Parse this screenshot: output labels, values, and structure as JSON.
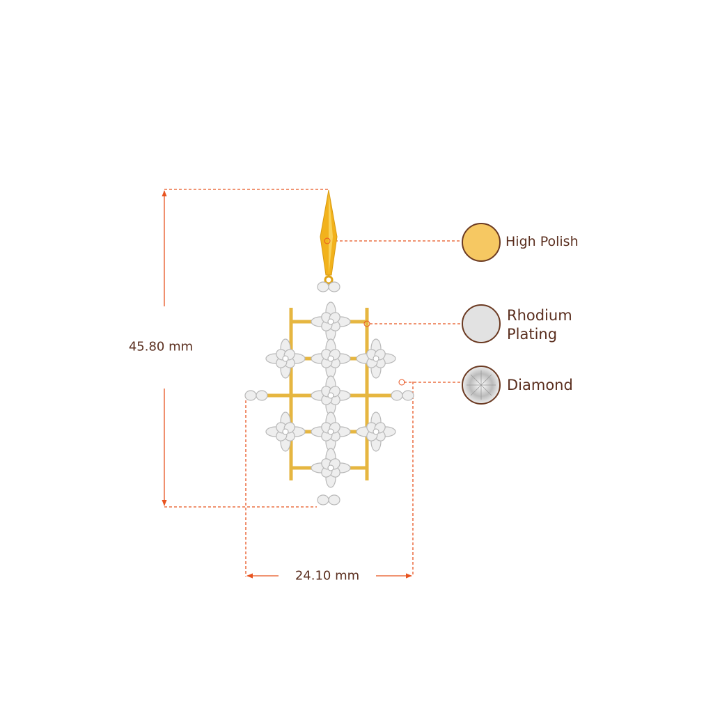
{
  "dimensions": {
    "height": "45.80 mm",
    "width": "24.10 mm"
  },
  "legend": [
    {
      "label": "High Polish",
      "swatch": "#f6c862",
      "icon": "gold-swatch-icon"
    },
    {
      "label": "Rhodium Plating",
      "line1": "Rhodium",
      "line2": "Plating",
      "swatch": "#e2e2e2",
      "icon": "rhodium-swatch-icon"
    },
    {
      "label": "Diamond",
      "swatch": "#d8d8d8",
      "icon": "diamond-swatch-icon"
    }
  ],
  "colors": {
    "accent": "#e8531f",
    "text": "#5a2e1e",
    "gold": "#f2b21c",
    "outline": "#6b3a22"
  }
}
